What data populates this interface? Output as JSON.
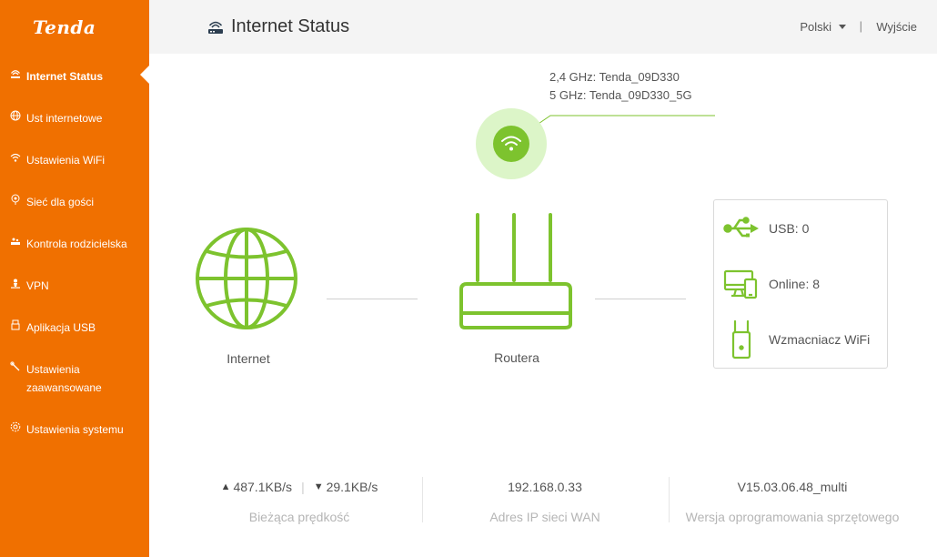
{
  "brand": {
    "logo_text": "Tenda",
    "accent": "#f07000",
    "green": "#7dc32e"
  },
  "sidebar": {
    "items": [
      {
        "label": "Internet Status",
        "icon": "router-icon",
        "active": true
      },
      {
        "label": "Ust internetowe",
        "icon": "globe-icon",
        "active": false
      },
      {
        "label": "Ustawienia WiFi",
        "icon": "wifi-icon",
        "active": false
      },
      {
        "label": "Sieć dla gości",
        "icon": "guest-icon",
        "active": false
      },
      {
        "label": "Kontrola rodzicielska",
        "icon": "parental-icon",
        "active": false
      },
      {
        "label": "VPN",
        "icon": "vpn-icon",
        "active": false
      },
      {
        "label": "Aplikacja USB",
        "icon": "usb-icon",
        "active": false
      },
      {
        "label_line1": "Ustawienia",
        "label_line2": "zaawansowane",
        "icon": "wrench-icon",
        "active": false
      },
      {
        "label": "Ustawienia systemu",
        "icon": "gear-icon",
        "active": false
      }
    ]
  },
  "header": {
    "title": "Internet Status",
    "language": "Polski",
    "separator": "|",
    "logout": "Wyjście"
  },
  "wifi": {
    "ssid_24": "2,4 GHz: Tenda_09D330",
    "ssid_5": "5 GHz: Tenda_09D330_5G"
  },
  "topology": {
    "internet_label": "Internet",
    "router_label": "Routera"
  },
  "devices": {
    "usb": "USB:  0",
    "online": "Online:  8",
    "extender": "Wzmacniacz WiFi"
  },
  "stats": {
    "upload": "487.1KB/s",
    "download": "29.1KB/s",
    "speed_sep": "|",
    "speed_caption": "Bieżąca prędkość",
    "wan_ip": "192.168.0.33",
    "wan_caption": "Adres IP sieci WAN",
    "firmware": "V15.03.06.48_multi",
    "firmware_caption": "Wersja oprogramowania sprzętowego"
  }
}
